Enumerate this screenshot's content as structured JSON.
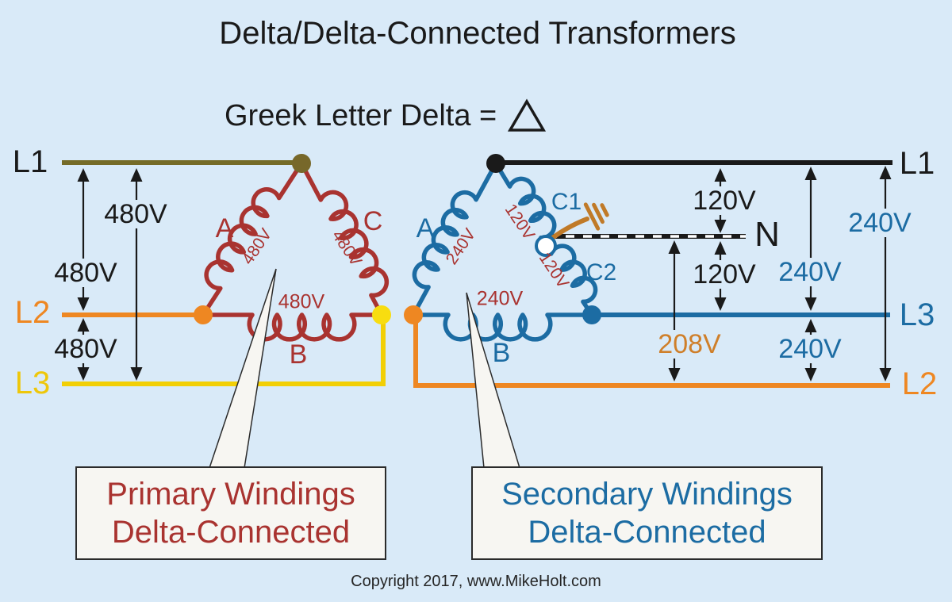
{
  "title": "Delta/Delta-Connected Transformers",
  "subtitle": {
    "text": "Greek Letter Delta ="
  },
  "copyright": "Copyright 2017, www.MikeHolt.com",
  "primary": {
    "l1": "L1",
    "l2": "L2",
    "l3": "L3",
    "v_l1_l2": "480V",
    "v_l1_l3": "480V",
    "v_l2_l3": "480V",
    "winding_a": "A",
    "winding_b": "B",
    "winding_c": "C",
    "winding_a_v": "480V",
    "winding_b_v": "480V",
    "winding_c_v": "480V",
    "callout_line1": "Primary Windings",
    "callout_line2": "Delta-Connected"
  },
  "secondary": {
    "l1": "L1",
    "l2": "L2",
    "l3": "L3",
    "n": "N",
    "v_l1_n": "120V",
    "v_n_l3": "120V",
    "v_n_l2": "208V",
    "v_l1_l3": "240V",
    "v_l3_l2": "240V",
    "v_l1_l2": "240V",
    "winding_a": "A",
    "winding_b": "B",
    "winding_c1": "C1",
    "winding_c2": "C2",
    "winding_a_v": "240V",
    "winding_b_v": "240V",
    "winding_c1_v": "120V",
    "winding_c2_v": "120V",
    "callout_line1": "Secondary Windings",
    "callout_line2": "Delta-Connected"
  },
  "colors": {
    "background": "#d9eaf8",
    "primary_red": "#a93330",
    "secondary_blue": "#1c6ca3",
    "orange": "#ee8722",
    "yellow": "#f2cf05",
    "olive": "#756b28",
    "black": "#1a1a1a",
    "ground_brown": "#c07a28",
    "callout_bg": "#f7f6f2",
    "label_208v_orange": "#cf7f2a"
  }
}
